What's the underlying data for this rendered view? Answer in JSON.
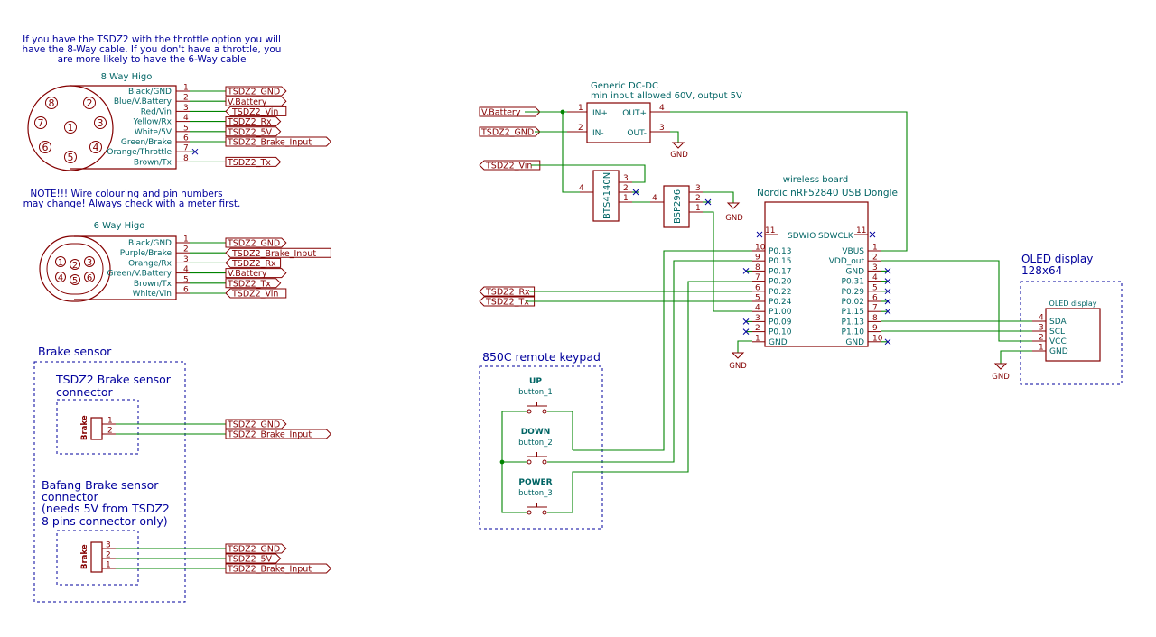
{
  "notes": {
    "throttle": [
      "If you have the TSDZ2 with the throttle option you will",
      "have the 8-Way cable. If you don't have a throttle, you",
      "are more likely to have the 6-Way cable"
    ],
    "wire_warning": [
      "NOTE!!! Wire colouring and pin numbers",
      "may change! Always check with a meter first."
    ]
  },
  "higo8": {
    "title": "8 Way Higo",
    "connector_numbers": [
      "8",
      "2",
      "7",
      "1",
      "3",
      "6",
      "4",
      "5"
    ],
    "pins": [
      {
        "num": "1",
        "wire": "Black/GND",
        "label": "TSDZ2_GND"
      },
      {
        "num": "2",
        "wire": "Blue/V.Battery",
        "label": "V.Battery"
      },
      {
        "num": "3",
        "wire": "Red/Vin",
        "label": "TSDZ2_Vin"
      },
      {
        "num": "4",
        "wire": "Yellow/Rx",
        "label": "TSDZ2_Rx"
      },
      {
        "num": "5",
        "wire": "White/5V",
        "label": "TSDZ2_5V"
      },
      {
        "num": "6",
        "wire": "Green/Brake",
        "label": "TSDZ2_Brake_Input"
      },
      {
        "num": "7",
        "wire": "Orange/Throttle",
        "label": ""
      },
      {
        "num": "8",
        "wire": "Brown/Tx",
        "label": "TSDZ2_Tx"
      }
    ]
  },
  "higo6": {
    "title": "6 Way Higo",
    "connector_numbers": [
      "1",
      "2",
      "3",
      "4",
      "5",
      "6"
    ],
    "pins": [
      {
        "num": "1",
        "wire": "Black/GND",
        "label": "TSDZ2_GND"
      },
      {
        "num": "2",
        "wire": "Purple/Brake",
        "label": "TSDZ2_Brake_Input"
      },
      {
        "num": "3",
        "wire": "Orange/Rx",
        "label": "TSDZ2_Rx"
      },
      {
        "num": "4",
        "wire": "Green/V.Battery",
        "label": "V.Battery"
      },
      {
        "num": "5",
        "wire": "Brown/Tx",
        "label": "TSDZ2_Tx"
      },
      {
        "num": "6",
        "wire": "White/Vin",
        "label": "TSDZ2_Vin"
      }
    ]
  },
  "brake": {
    "title": "Brake sensor",
    "tsdz2_title": [
      "TSDZ2 Brake sensor",
      "connector"
    ],
    "tsdz2_part": "Brake",
    "tsdz2_pins": [
      {
        "num": "1",
        "label": "TSDZ2_GND"
      },
      {
        "num": "2",
        "label": "TSDZ2_Brake_Input"
      }
    ],
    "bafang_title": [
      "Bafang Brake sensor",
      "connector",
      "(needs 5V from TSDZ2",
      "8 pins connector only)"
    ],
    "bafang_part": "Brake",
    "bafang_pins": [
      {
        "num": "3",
        "label": "TSDZ2_GND"
      },
      {
        "num": "2",
        "label": "TSDZ2_5V"
      },
      {
        "num": "1",
        "label": "TSDZ2_Brake_Input"
      }
    ]
  },
  "dcdc": {
    "title": [
      "Generic DC-DC",
      "min input allowed 60V, output 5V"
    ],
    "pins": {
      "in_plus": "IN+",
      "in_minus": "IN-",
      "out_plus": "OUT+",
      "out_minus": "OUT-"
    },
    "pin_numbers": {
      "in_plus": "1",
      "in_minus": "2",
      "out_plus": "4",
      "out_minus": "3"
    },
    "labels": {
      "vbat": "V.Battery",
      "gnd": "TSDZ2_GND",
      "vin": "TSDZ2_Vin"
    },
    "gnd": "GND"
  },
  "bts": {
    "name": "BTS4140N",
    "pins": [
      "3",
      "2",
      "1",
      "4"
    ]
  },
  "bsp": {
    "name": "BSP296",
    "pins": [
      "4",
      "3",
      "2",
      "1"
    ],
    "gnd": "GND"
  },
  "board": {
    "title": [
      "wireless board",
      "Nordic nRF52840 USB Dongle"
    ],
    "top_pins": [
      {
        "name": "SDWIO",
        "num": "11"
      },
      {
        "name": "SDWCLK",
        "num": "11"
      }
    ],
    "left": [
      {
        "num": "10",
        "name": "P0.13"
      },
      {
        "num": "9",
        "name": "P0.15"
      },
      {
        "num": "8",
        "name": "P0.17"
      },
      {
        "num": "7",
        "name": "P0.20"
      },
      {
        "num": "6",
        "name": "P0.22"
      },
      {
        "num": "5",
        "name": "P0.24"
      },
      {
        "num": "4",
        "name": "P1.00"
      },
      {
        "num": "3",
        "name": "P0.09"
      },
      {
        "num": "2",
        "name": "P0.10"
      },
      {
        "num": "1",
        "name": "GND"
      }
    ],
    "right": [
      {
        "num": "1",
        "name": "VBUS"
      },
      {
        "num": "2",
        "name": "VDD_out"
      },
      {
        "num": "3",
        "name": "GND"
      },
      {
        "num": "4",
        "name": "P0.31"
      },
      {
        "num": "5",
        "name": "P0.29"
      },
      {
        "num": "6",
        "name": "P0.02"
      },
      {
        "num": "7",
        "name": "P1.15"
      },
      {
        "num": "8",
        "name": "P1.13"
      },
      {
        "num": "9",
        "name": "P1.10"
      },
      {
        "num": "10",
        "name": "GND"
      }
    ],
    "rx_label": "TSDZ2_Rx",
    "tx_label": "TSDZ2_Tx",
    "gnd": "GND"
  },
  "oled": {
    "title": [
      "OLED display",
      "128x64"
    ],
    "part": "OLED display",
    "pins": [
      {
        "num": "4",
        "name": "SDA"
      },
      {
        "num": "3",
        "name": "SCL"
      },
      {
        "num": "2",
        "name": "VCC"
      },
      {
        "num": "1",
        "name": "GND"
      }
    ],
    "gnd": "GND"
  },
  "keypad": {
    "title": "850C remote keypad",
    "buttons": [
      {
        "label": "UP",
        "ref": "button_1"
      },
      {
        "label": "DOWN",
        "ref": "button_2"
      },
      {
        "label": "POWER",
        "ref": "button_3"
      }
    ]
  }
}
